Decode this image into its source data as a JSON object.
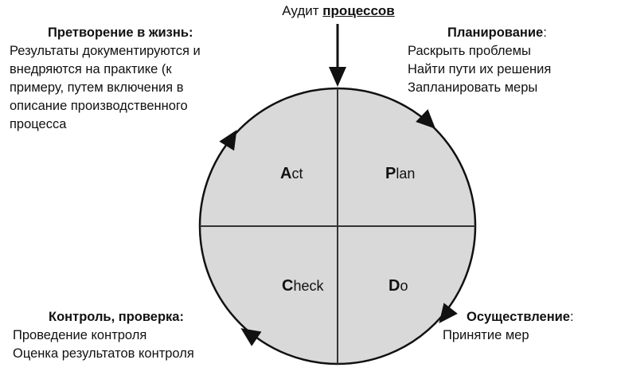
{
  "top": {
    "prefix": "Аудит",
    "bold": "процессов"
  },
  "act_block": {
    "heading": "Претворение в жизнь:",
    "lines": [
      "Результаты документируются и",
      "внедряются на практике (к",
      "примеру, путем включения в",
      "описание производственного",
      "процесса"
    ]
  },
  "plan_block": {
    "heading": "Планирование",
    "colon": ":",
    "lines": [
      "Раскрыть проблемы",
      "Найти пути их решения",
      "Запланировать меры"
    ]
  },
  "check_block": {
    "heading": "Контроль, проверка:",
    "lines": [
      "Проведение контроля",
      "Оценка результатов контроля"
    ]
  },
  "do_block": {
    "heading": "Осуществление",
    "colon": ":",
    "lines": [
      "Принятие мер"
    ]
  },
  "quadrants": {
    "act": {
      "cap": "A",
      "rest": "ct"
    },
    "plan": {
      "cap": "P",
      "rest": "lan"
    },
    "check": {
      "cap": "C",
      "rest": "heck"
    },
    "do": {
      "cap": "D",
      "rest": "o"
    }
  },
  "colors": {
    "circle_fill": "#d9d9d9",
    "stroke": "#111111"
  }
}
